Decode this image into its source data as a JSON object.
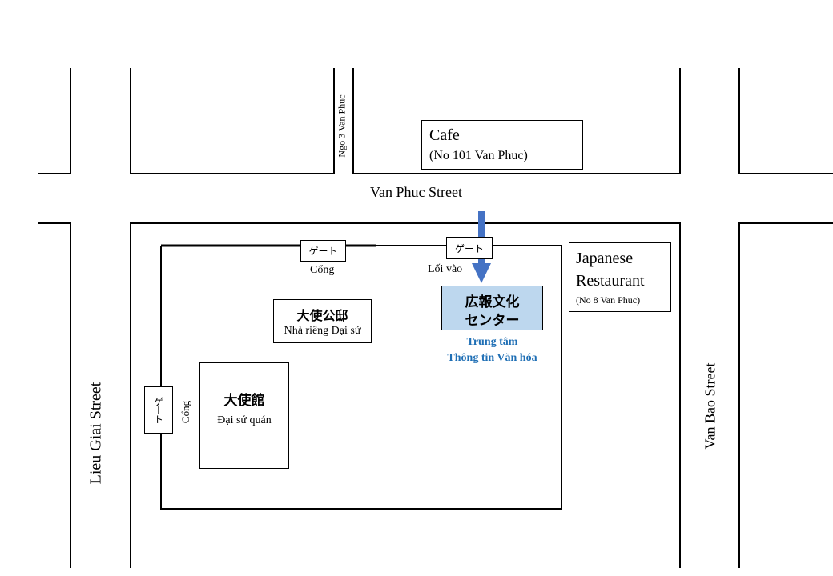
{
  "streets": {
    "van_phuc": "Van Phuc Street",
    "lieu_giai": "Lieu Giai Street",
    "van_bao": "Van Bao Street",
    "ngo3": "Ngo 3 Van Phuc"
  },
  "cafe": {
    "name": "Cafe",
    "address": "(No 101 Van Phuc)"
  },
  "japanese_restaurant": {
    "line1": "Japanese",
    "line2": "Restaurant",
    "address": "(No 8 Van Phuc)"
  },
  "gates": {
    "top_left": {
      "jp": "ゲート",
      "vn": "Cổng"
    },
    "top_right": {
      "jp": "ゲート",
      "vn": "Lối vào"
    },
    "left": {
      "jp": "ゲート",
      "vn": "Cổng"
    }
  },
  "info_center": {
    "jp_line1": "広報文化",
    "jp_line2": "センター",
    "vn_line1": "Trung tâm",
    "vn_line2": "Thông tin Văn hóa"
  },
  "residence": {
    "jp": "大使公邸",
    "vn": "Nhà riêng Đại sứ"
  },
  "embassy": {
    "jp": "大使館",
    "vn": "Đại sứ quán"
  },
  "colors": {
    "info_center_fill": "#bdd7ee",
    "info_center_text": "#1f6fb5",
    "arrow": "#4472c4"
  }
}
